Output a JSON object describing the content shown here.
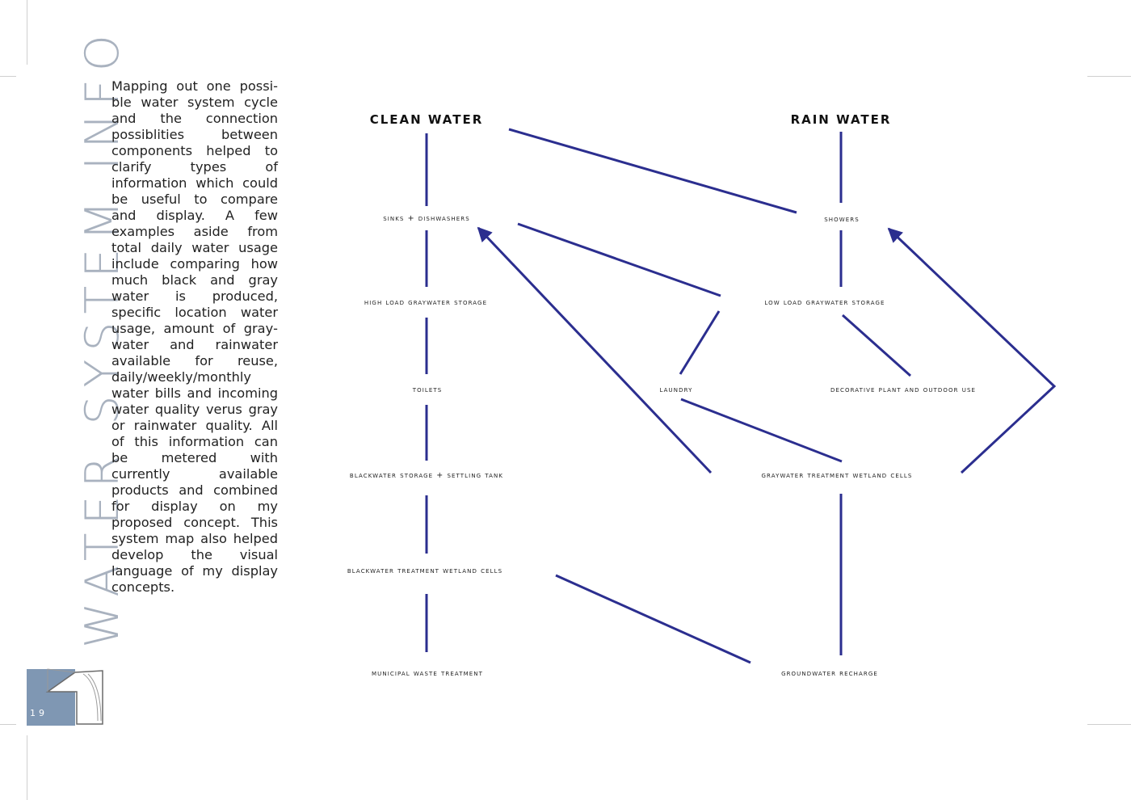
{
  "page": {
    "vertical_title": "WATER SYSTEM INFO",
    "page_number": "19",
    "accent_color": "#2b2e8f",
    "logo_color": "#7f97b3"
  },
  "body_text": "Mapping out one possi­ble water system cycle and the connection possiblities between com­ponents helped to clarify types of information which could be useful to compare and display.  A few examples aside from total daily water usage include comparing how much black and gray water is produced, specific location water usage, amount of gray­water and rainwater available for reuse, daily/weekly/monthly water bills and incoming water quality verus gray or rainwater quality. All of this information can be metered with currently available products and combined for display on my proposed concept. This system map also helped develop the visual language of my display concepts.",
  "diagram": {
    "headers": {
      "clean": "CLEAN WATER",
      "rain": "RAIN WATER"
    },
    "nodes": {
      "sinks": "sinks + dishwashers",
      "showers": "showers",
      "high_load": "high load graywater storage",
      "low_load": "low load graywater storage",
      "toilets": "toilets",
      "laundry": "laundry",
      "decorative": "decorative plant and outdoor use",
      "blackwater_storage": "blackwater storage + settling tank",
      "graywater_wetland": "graywater treatment wetland cells",
      "blackwater_wetland": "blackwater treatment wetland cells",
      "municipal": "municipal waste treatment",
      "groundwater": "groundwater recharge"
    }
  }
}
